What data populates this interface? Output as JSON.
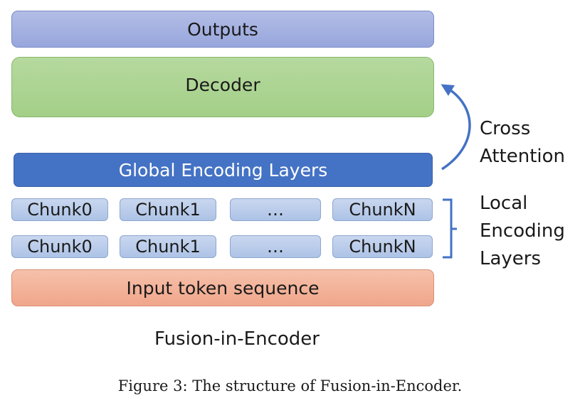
{
  "diagram": {
    "outputs_label": "Outputs",
    "decoder_label": "Decoder",
    "global_layers_label": "Global Encoding Layers",
    "chunk_rows": [
      [
        "Chunk0",
        "Chunk1",
        "…",
        "ChunkN"
      ],
      [
        "Chunk0",
        "Chunk1",
        "…",
        "ChunkN"
      ]
    ],
    "input_label": "Input token sequence",
    "cross_attention_label": [
      "Cross",
      "Attention"
    ],
    "local_layers_label": [
      "Local",
      "Encoding",
      "Layers"
    ],
    "figure_title": "Fusion-in-Encoder"
  },
  "caption": "Figure 3: The structure of Fusion-in-Encoder.",
  "colors": {
    "outputs": "#9fadde",
    "decoder": "#a9d18e",
    "global_layers": "#4472c4",
    "chunk": "#b4c7e7",
    "input": "#f4b183",
    "arrow": "#4472c4"
  }
}
